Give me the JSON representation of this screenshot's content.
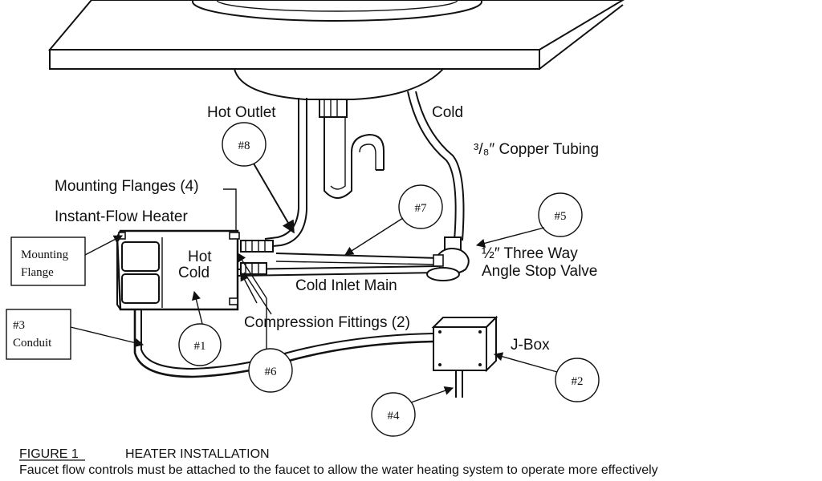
{
  "labels": {
    "hot_outlet": "Hot Outlet",
    "cold": "Cold",
    "copper_tubing": "³/₈″ Copper Tubing",
    "mounting_flanges": "Mounting Flanges (4)",
    "instant_flow_heater": "Instant-Flow Heater",
    "hot": "Hot",
    "cold_side": "Cold",
    "three_way_line1": "½″ Three Way",
    "three_way_line2": "Angle Stop Valve",
    "cold_inlet_main": "Cold Inlet Main",
    "compression_fittings": "Compression Fittings (2)",
    "j_box": "J-Box"
  },
  "boxes": {
    "mounting_flange_line1": "Mounting",
    "mounting_flange_line2": "Flange",
    "conduit_line1": "#3",
    "conduit_line2": "Conduit"
  },
  "callouts": {
    "c1": "#1",
    "c2": "#2",
    "c4": "#4",
    "c5": "#5",
    "c6": "#6",
    "c7": "#7",
    "c8": "#8"
  },
  "caption": {
    "figure": "FIGURE 1",
    "title": "HEATER INSTALLATION",
    "text": "Faucet flow controls must be attached to the faucet to allow the water heating system to operate more effectively"
  }
}
